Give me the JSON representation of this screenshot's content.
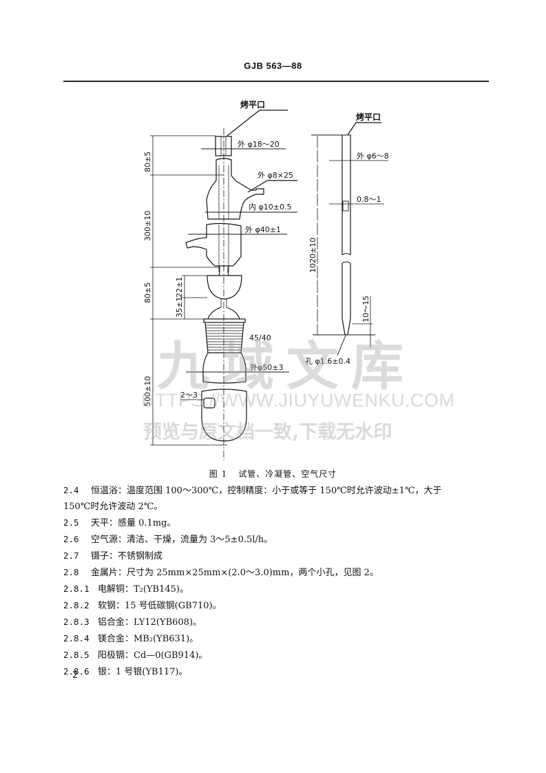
{
  "header": {
    "code": "GJB 563—88"
  },
  "figure": {
    "caption_number": "图 1",
    "caption_title": "试管、冷凝管、空气尺寸",
    "left_assembly": {
      "top_label": "烤平口",
      "labels": {
        "outer_d_18_20": "外 φ18～20",
        "outer_d_8x25": "外 φ8×25",
        "inner_d_10": "内 φ10±0.5",
        "outer_d_40": "外 φ40±1",
        "joint": "45/40",
        "outer_d_50": "外φ50±3",
        "hole_2_3": "2～3"
      },
      "dimensions": {
        "d80_top": "80±5",
        "d300": "300±10",
        "d80_mid": "80±5",
        "d22": "22±1",
        "d35": "35±1",
        "d500": "500±10"
      }
    },
    "right_tube": {
      "top_label": "烤平口",
      "labels": {
        "outer_d_6_8": "外 φ6～8",
        "hole_0_8_1": "0.8～1",
        "tip_hole": "孔 φ1.6±0.4"
      },
      "dimensions": {
        "d1020": "1020±10",
        "d10_15": "10～15"
      }
    }
  },
  "sections": [
    {
      "number": "2.4",
      "text": "恒温浴：温度范围 100～300℃，控制精度：小于或等于 150℃时允许波动±1℃，大于",
      "continuation": "150℃时允许波动 2℃。"
    },
    {
      "number": "2.5",
      "text": "天平：感量 0.1mg。"
    },
    {
      "number": "2.6",
      "text": "空气源：清洁、干燥，流量为 3～5±0.5l/h。"
    },
    {
      "number": "2.7",
      "text": "镊子：不锈钢制成"
    },
    {
      "number": "2.8",
      "text": "金属片：尺寸为 25mm×25mm×(2.0～3.0)mm，两个小孔，见图 2。"
    },
    {
      "number": "2.8.1",
      "text": "电解铜：T₂(YB145)。"
    },
    {
      "number": "2.8.2",
      "text": "软钢：15 号低碳钢(GB710)。"
    },
    {
      "number": "2.8.3",
      "text": "铝合金：LY12(YB608)。"
    },
    {
      "number": "2.8.4",
      "text": "镁合金：MB₂(YB631)。"
    },
    {
      "number": "2.8.5",
      "text": "阳极镉：Cd—0(GB914)。"
    },
    {
      "number": "2.8.6",
      "text": "银：1 号银(YB117)。"
    }
  ],
  "page_number": "2",
  "watermark": {
    "brand": "九域文库",
    "url": "HTTPS://WWW.JIUYUWENKU.COM",
    "note": "预览与原文档一致,下载无水印"
  }
}
